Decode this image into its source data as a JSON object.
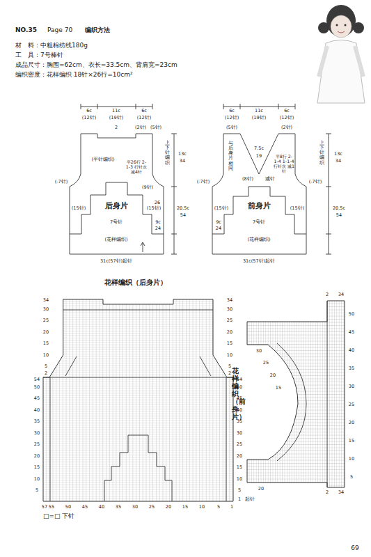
{
  "diagram": {
    "title": "编织方法",
    "nodes": [
      {
        "text": [
          "后身片"
        ]
      },
      {
        "text": [
          "前身片"
        ]
      },
      {
        "text": [
          "花样编织（后身片）"
        ]
      },
      {
        "text": [
          "花样编织（前身片）"
        ]
      }
    ],
    "labels": [
      "NO.35",
      "Page 70",
      "材　料：中粗棉纺线180g",
      "工　具：7号棒针",
      "成品尺寸：胸围=62cm、衣长=33.5cm、背肩宽=23cm",
      "编织密度：花样编织 18针×26行=10cm²",
      "6c",
      "(12针)",
      "11c",
      "(19针)",
      "6c",
      "(12针)",
      "2",
      "(2针)",
      "(5针)",
      "上下针编织",
      "(平针编织)",
      "平26行 2-1-3 行针次 减4针",
      "(-7针)",
      "(9针)",
      "26",
      "(15针)",
      "(15针)",
      "7号针",
      "9c",
      "24",
      "(花样编织)",
      "13c",
      "34",
      "20.5c",
      "54",
      "31c(57针)起针",
      "6c",
      "(12针)",
      "11c",
      "(19针)",
      "6c",
      "(12针)",
      "(5针)",
      "(2针)",
      "上下针编织",
      "7.5c",
      "19",
      "与后身片相同",
      "(8针)",
      "减针",
      "平8行 2-1-4 1-1-4 行针次 减1针",
      "(-7针)",
      "(-7针)",
      "(15针)",
      "(15针)",
      "7号针",
      "9c",
      "24",
      "(花样编织)",
      "13c",
      "34",
      "20.5c",
      "54",
      "31c(57针)起针",
      "34",
      "30",
      "25",
      "20",
      "15",
      "10",
      "5",
      "2",
      "54",
      "50",
      "45",
      "40",
      "35",
      "30",
      "25",
      "20",
      "15",
      "10",
      "5",
      "34",
      "30",
      "25",
      "20",
      "15",
      "10",
      "5",
      "2",
      "54",
      "50",
      "45",
      "40",
      "35",
      "30",
      "25",
      "20",
      "15",
      "10",
      "5",
      "1",
      "起针",
      "57",
      "55",
      "50",
      "45",
      "40",
      "35",
      "30",
      "25",
      "20",
      "15",
      "10",
      "5",
      "1",
      "□=□ 下针",
      "2",
      "34",
      "30",
      "25",
      "20",
      "15",
      "50",
      "45",
      "40",
      "35",
      "30",
      "25",
      "20",
      "15",
      "10",
      "5",
      "20",
      "2",
      "34",
      "69"
    ]
  }
}
